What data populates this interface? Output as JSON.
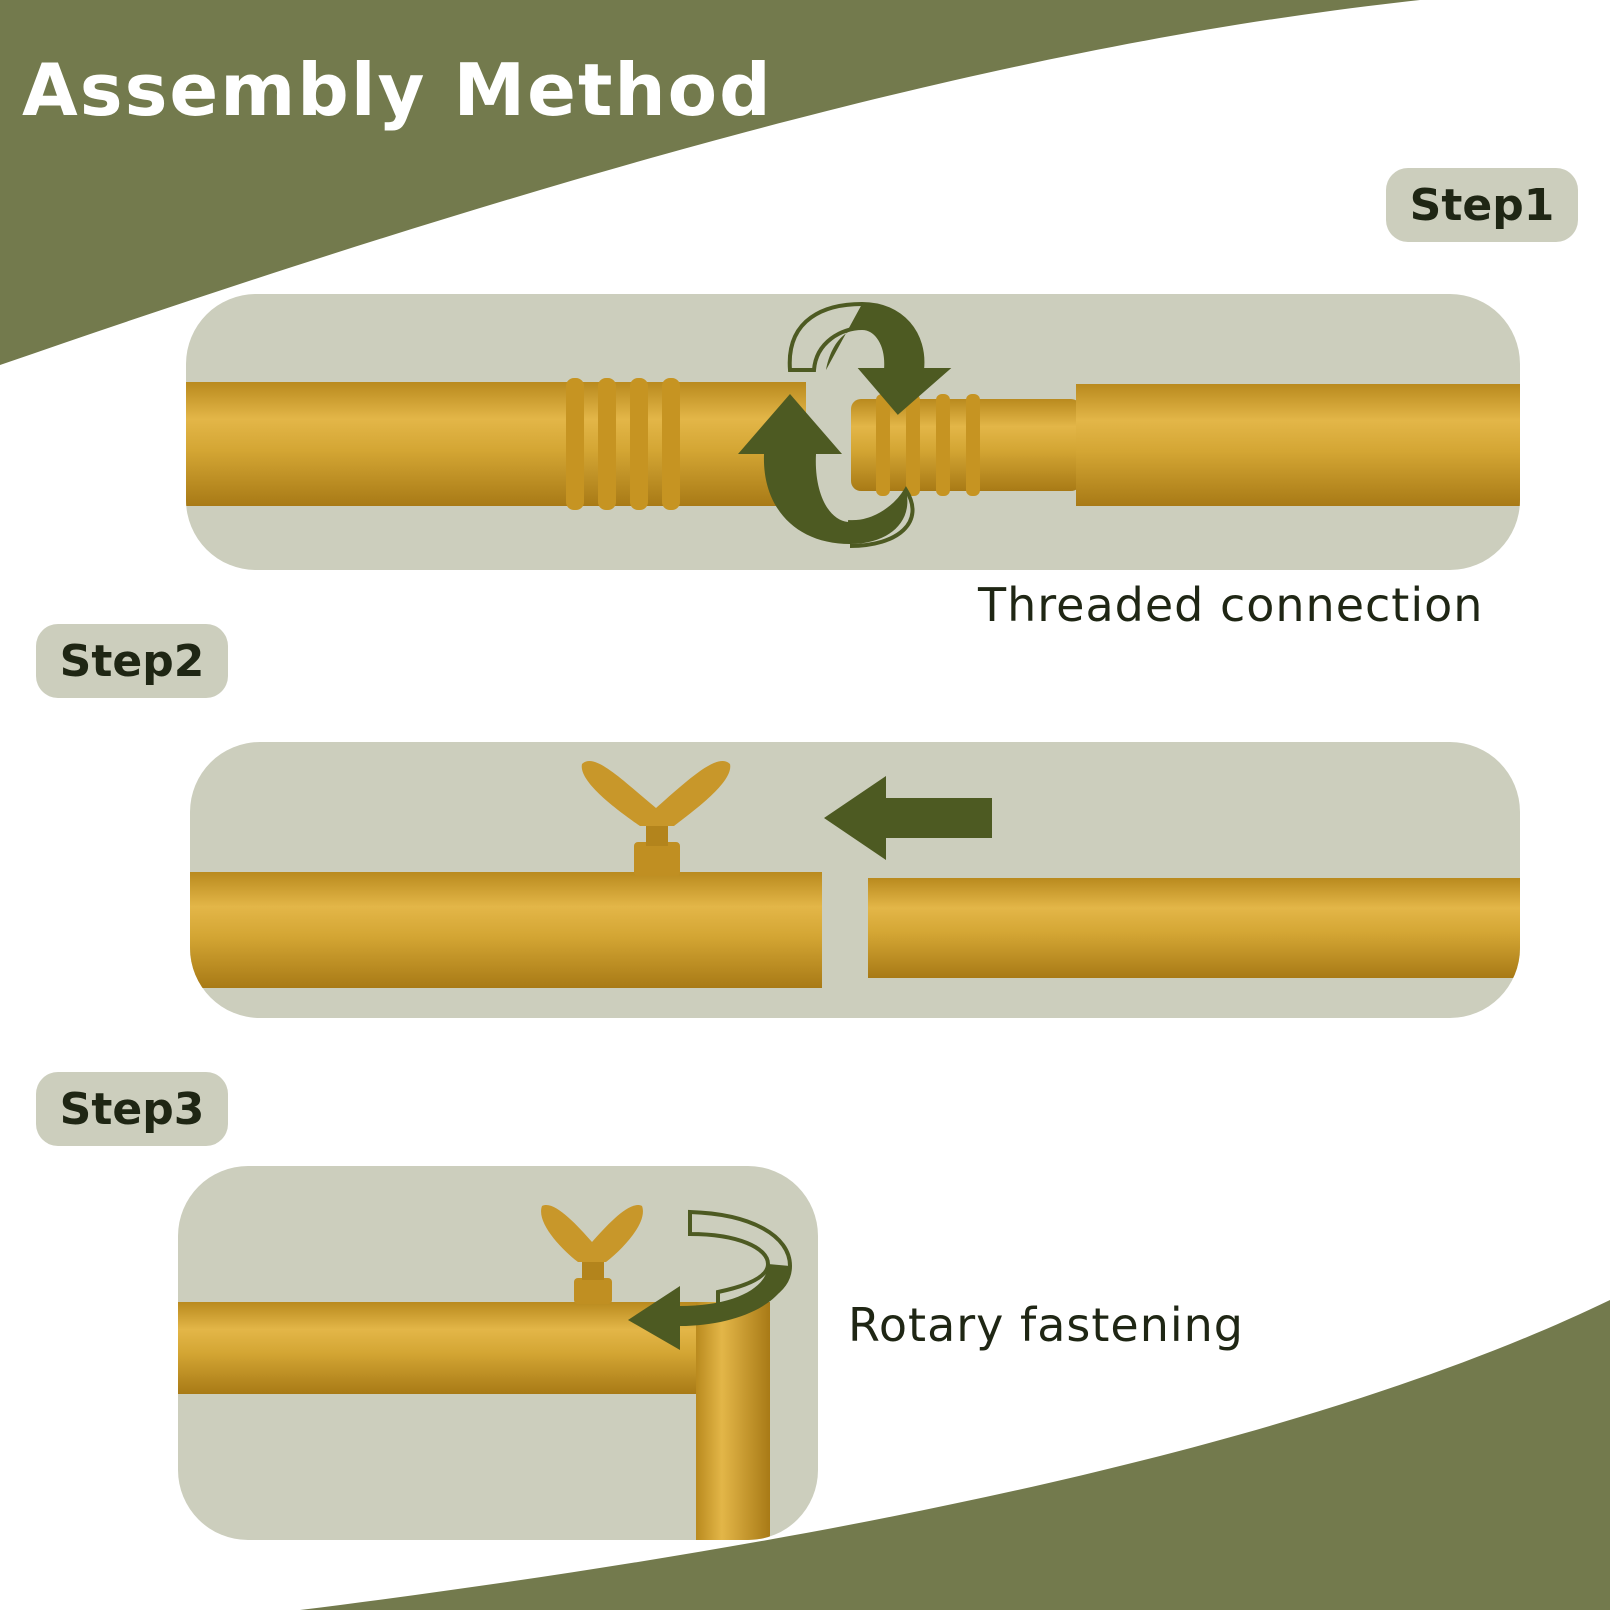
{
  "title": "Assembly Method",
  "colors": {
    "olive": "#737a4d",
    "panel": "#cccebd",
    "gold": "#d2a332",
    "arrow": "#4d5a22",
    "text_dark": "#1f2614",
    "white": "#ffffff"
  },
  "steps": [
    {
      "label": "Step1",
      "caption": "Threaded connection",
      "icon": "rotate-arrows-icon"
    },
    {
      "label": "Step2",
      "caption": "",
      "icon": "left-arrow-icon"
    },
    {
      "label": "Step3",
      "caption": "Rotary fastening",
      "icon": "rotary-arrow-icon"
    }
  ]
}
